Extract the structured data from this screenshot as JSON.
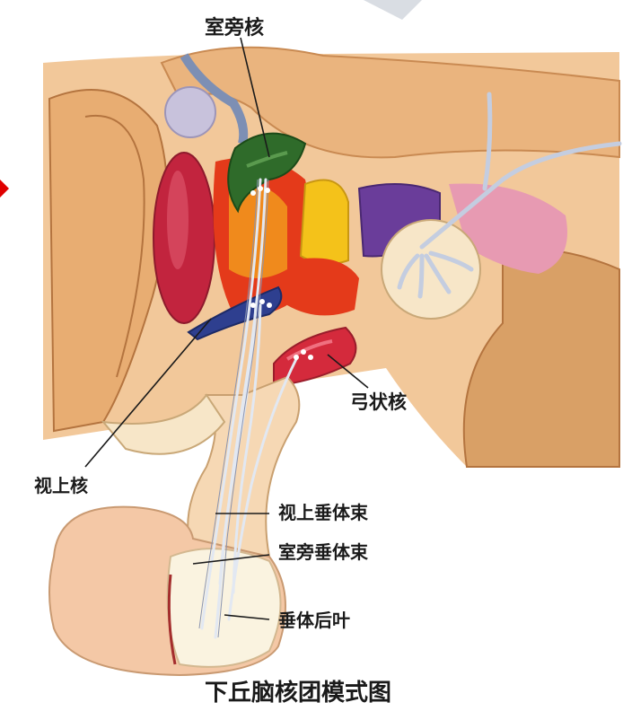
{
  "labels": {
    "paraventricular_nucleus": "室旁核",
    "arcuate_nucleus": "弓状核",
    "supraoptic_nucleus": "视上核",
    "supraoptic_hypophyseal_tract": "视上垂体束",
    "paraventricular_hypophyseal_tract": "室旁垂体束",
    "posterior_pituitary": "垂体后叶"
  },
  "caption": "下丘脑核团模式图",
  "colors": {
    "tissue": "#f2c89a",
    "tissue_dark": "#c98a52",
    "paraventricular": "#2f6b2a",
    "supraoptic": "#2e3f8f",
    "arcuate": "#d42a3c",
    "orange_nucleus": "#f08a1c",
    "yellow_nucleus": "#f4c21a",
    "red_nucleus": "#e43a1a",
    "purple_nucleus": "#6a3d9a",
    "crimson_nucleus": "#c2243e",
    "fiber": "#e8eef8",
    "pointer_arrow": "#e00000"
  }
}
